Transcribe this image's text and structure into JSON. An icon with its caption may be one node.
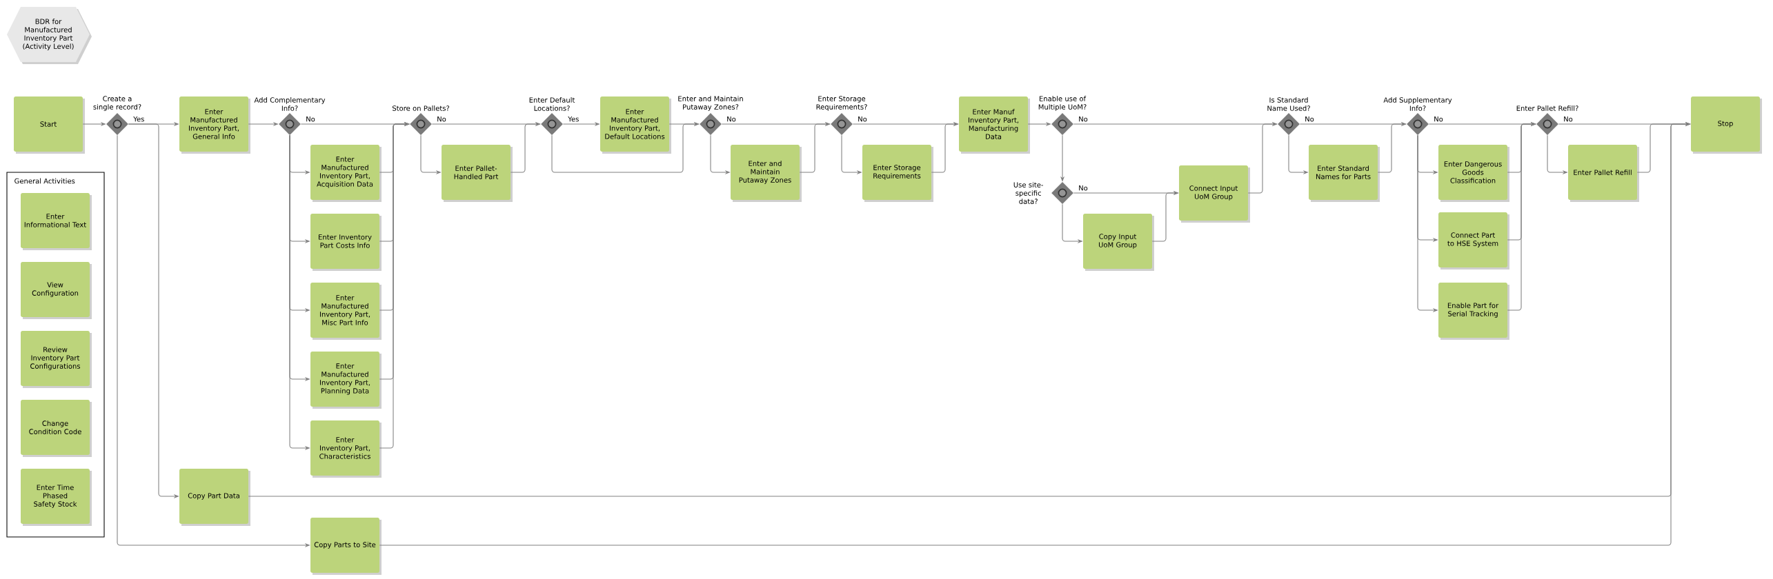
{
  "diagram": {
    "nodes": [
      {
        "text": [
          "BDR for Manufactured Inventory Part (Activity Level)"
        ]
      },
      {
        "text": [
          "Start"
        ]
      },
      {
        "text": [
          "Create a single record?"
        ]
      },
      {
        "text": [
          "Enter Manufactured Inventory Part, General Info"
        ]
      },
      {
        "text": [
          "Add Complementary Info?"
        ]
      },
      {
        "text": [
          "Enter Manufactured Inventory Part, Acquisition Data"
        ]
      },
      {
        "text": [
          "Enter Inventory Part Costs Info"
        ]
      },
      {
        "text": [
          "Enter Manufactured Inventory Part, Misc Part Info"
        ]
      },
      {
        "text": [
          "Enter Manufactured Inventory Part, Planning Data"
        ]
      },
      {
        "text": [
          "Enter Inventory Part, Characteristics"
        ]
      },
      {
        "text": [
          "Store on Pallets?"
        ]
      },
      {
        "text": [
          "Enter Pallet-Handled Part"
        ]
      },
      {
        "text": [
          "Enter Default Locations?"
        ]
      },
      {
        "text": [
          "Enter Manufactured Inventory Part, Default Locations"
        ]
      },
      {
        "text": [
          "Enter and Maintain Putaway Zones?"
        ]
      },
      {
        "text": [
          "Enter and Maintain Putaway Zones"
        ]
      },
      {
        "text": [
          "Enter Storage Requirements?"
        ]
      },
      {
        "text": [
          "Enter Storage Requirements"
        ]
      },
      {
        "text": [
          "Enter Manuf Inventory Part, Manufacturing Data"
        ]
      },
      {
        "text": [
          "Enable use of Multiple UoM?"
        ]
      },
      {
        "text": [
          "Use site-specific data?"
        ]
      },
      {
        "text": [
          "Copy Input UoM Group"
        ]
      },
      {
        "text": [
          "Connect Input UoM Group"
        ]
      },
      {
        "text": [
          "Is Standard Name Used?"
        ]
      },
      {
        "text": [
          "Enter Standard Names for Parts"
        ]
      },
      {
        "text": [
          "Add Supplementary Info?"
        ]
      },
      {
        "text": [
          "Enter Dangerous Goods Classification"
        ]
      },
      {
        "text": [
          "Connect Part to HSE System"
        ]
      },
      {
        "text": [
          "Enable Part for Serial Tracking"
        ]
      },
      {
        "text": [
          "Enter Pallet Refill?"
        ]
      },
      {
        "text": [
          "Enter Pallet Refill"
        ]
      },
      {
        "text": [
          "Stop"
        ]
      },
      {
        "text": [
          "General Activities"
        ]
      },
      {
        "text": [
          "Enter Informational Text"
        ],
        "in": 32
      },
      {
        "text": [
          "View Configuration"
        ],
        "in": 32
      },
      {
        "text": [
          "Review Inventory Part Configurations"
        ],
        "in": 32
      },
      {
        "text": [
          "Change Condition Code"
        ],
        "in": 32
      },
      {
        "text": [
          "Enter Time Phased Safety Stock"
        ],
        "in": 32
      },
      {
        "text": [
          "Copy Part Data"
        ]
      },
      {
        "text": [
          "Copy Parts to Site"
        ]
      }
    ],
    "edges": [
      {
        "from": 1,
        "to": 2,
        "arrow": "to"
      },
      {
        "from": 2,
        "to": 3,
        "arrow": "to",
        "label": "Yes"
      },
      {
        "from": 2,
        "to": 38,
        "arrow": "to"
      },
      {
        "from": 2,
        "to": 39,
        "arrow": "to"
      },
      {
        "from": 3,
        "to": 4,
        "arrow": "to"
      },
      {
        "from": 4,
        "to": 10,
        "arrow": "to",
        "label": "No"
      },
      {
        "from": 4,
        "to": 5,
        "arrow": "to"
      },
      {
        "from": 4,
        "to": 6,
        "arrow": "to"
      },
      {
        "from": 4,
        "to": 7,
        "arrow": "to"
      },
      {
        "from": 4,
        "to": 8,
        "arrow": "to"
      },
      {
        "from": 4,
        "to": 9,
        "arrow": "to"
      },
      {
        "from": 5,
        "to": 10,
        "arrow": "to"
      },
      {
        "from": 6,
        "to": 10,
        "arrow": "to"
      },
      {
        "from": 7,
        "to": 10,
        "arrow": "to"
      },
      {
        "from": 8,
        "to": 10,
        "arrow": "to"
      },
      {
        "from": 9,
        "to": 10,
        "arrow": "to"
      },
      {
        "from": 10,
        "to": 12,
        "arrow": "to",
        "label": "No"
      },
      {
        "from": 10,
        "to": 11,
        "arrow": "to"
      },
      {
        "from": 11,
        "to": 12,
        "arrow": "to"
      },
      {
        "from": 12,
        "to": 13,
        "arrow": "to",
        "label": "Yes"
      },
      {
        "from": 12,
        "to": 14,
        "arrow": "to"
      },
      {
        "from": 13,
        "to": 14,
        "arrow": "to"
      },
      {
        "from": 14,
        "to": 16,
        "arrow": "to",
        "label": "No"
      },
      {
        "from": 14,
        "to": 15,
        "arrow": "to"
      },
      {
        "from": 15,
        "to": 16,
        "arrow": "to"
      },
      {
        "from": 16,
        "to": 18,
        "arrow": "to",
        "label": "No"
      },
      {
        "from": 16,
        "to": 17,
        "arrow": "to"
      },
      {
        "from": 17,
        "to": 18,
        "arrow": "to"
      },
      {
        "from": 18,
        "to": 19,
        "arrow": "to"
      },
      {
        "from": 19,
        "to": 23,
        "arrow": "to",
        "label": "No"
      },
      {
        "from": 19,
        "to": 20,
        "arrow": "to"
      },
      {
        "from": 20,
        "to": 22,
        "arrow": "to",
        "label": "No"
      },
      {
        "from": 20,
        "to": 21,
        "arrow": "to"
      },
      {
        "from": 21,
        "to": 22,
        "arrow": "to"
      },
      {
        "from": 22,
        "to": 23,
        "arrow": "to"
      },
      {
        "from": 23,
        "to": 25,
        "arrow": "to",
        "label": "No"
      },
      {
        "from": 23,
        "to": 24,
        "arrow": "to"
      },
      {
        "from": 24,
        "to": 25,
        "arrow": "to"
      },
      {
        "from": 25,
        "to": 29,
        "arrow": "to",
        "label": "No"
      },
      {
        "from": 25,
        "to": 26,
        "arrow": "to"
      },
      {
        "from": 25,
        "to": 27,
        "arrow": "to"
      },
      {
        "from": 25,
        "to": 28,
        "arrow": "to"
      },
      {
        "from": 26,
        "to": 29,
        "arrow": "to"
      },
      {
        "from": 27,
        "to": 29,
        "arrow": "to"
      },
      {
        "from": 28,
        "to": 29,
        "arrow": "to"
      },
      {
        "from": 29,
        "to": 31,
        "arrow": "to",
        "label": "No"
      },
      {
        "from": 29,
        "to": 30,
        "arrow": "to"
      },
      {
        "from": 30,
        "to": 31,
        "arrow": "to"
      },
      {
        "from": 38,
        "to": 31,
        "arrow": "to"
      },
      {
        "from": 39,
        "to": 31,
        "arrow": "to"
      }
    ]
  }
}
